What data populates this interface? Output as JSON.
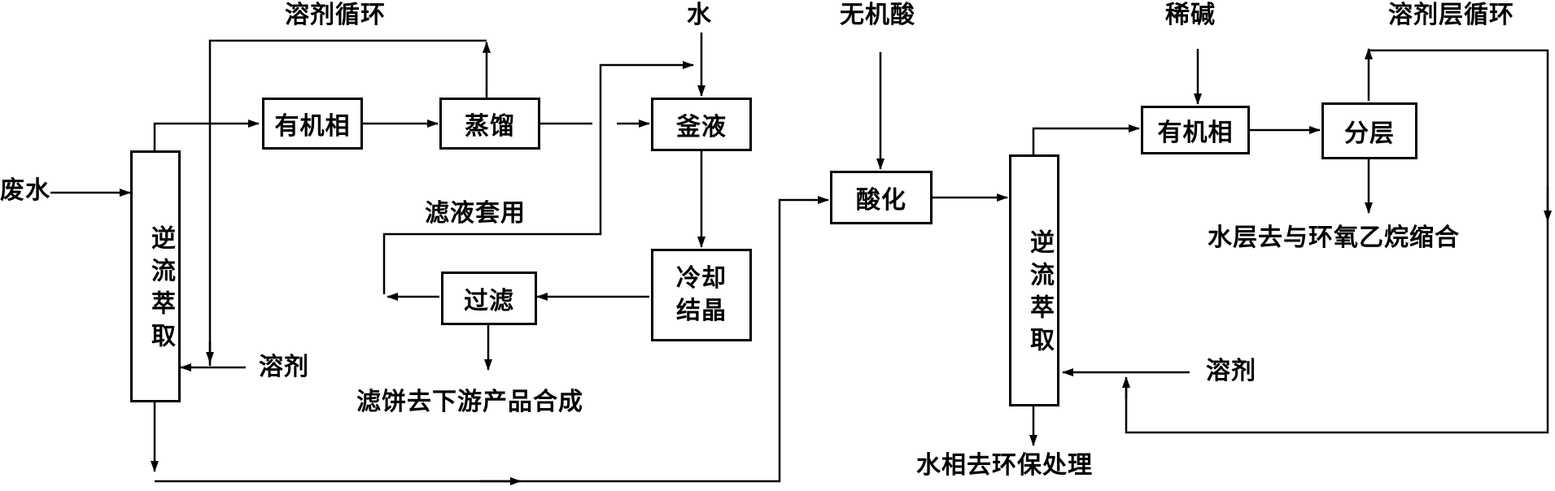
{
  "left": {
    "input": "废水",
    "extractor": "逆流萃取",
    "organic_phase": "有机相",
    "distill": "蒸馏",
    "solvent_recycle": "溶剂循环",
    "water": "水",
    "kettle_liquid": "釜液",
    "filtrate_reuse": "滤液套用",
    "cool_crystallize_1": "冷却",
    "cool_crystallize_2": "结晶",
    "filter": "过滤",
    "solvent_in": "溶剂",
    "filter_cake": "滤饼去下游产品合成"
  },
  "middle": {
    "inorganic_acid": "无机酸",
    "acidify": "酸化"
  },
  "right": {
    "extractor": "逆流萃取",
    "organic_phase": "有机相",
    "dilute_base": "稀碱",
    "layering": "分层",
    "solvent_layer_recycle": "溶剂层循环",
    "aqueous_to_condense": "水层去与环氧乙烷缩合",
    "solvent_in": "溶剂",
    "aqueous_treatment": "水相去环保处理"
  }
}
